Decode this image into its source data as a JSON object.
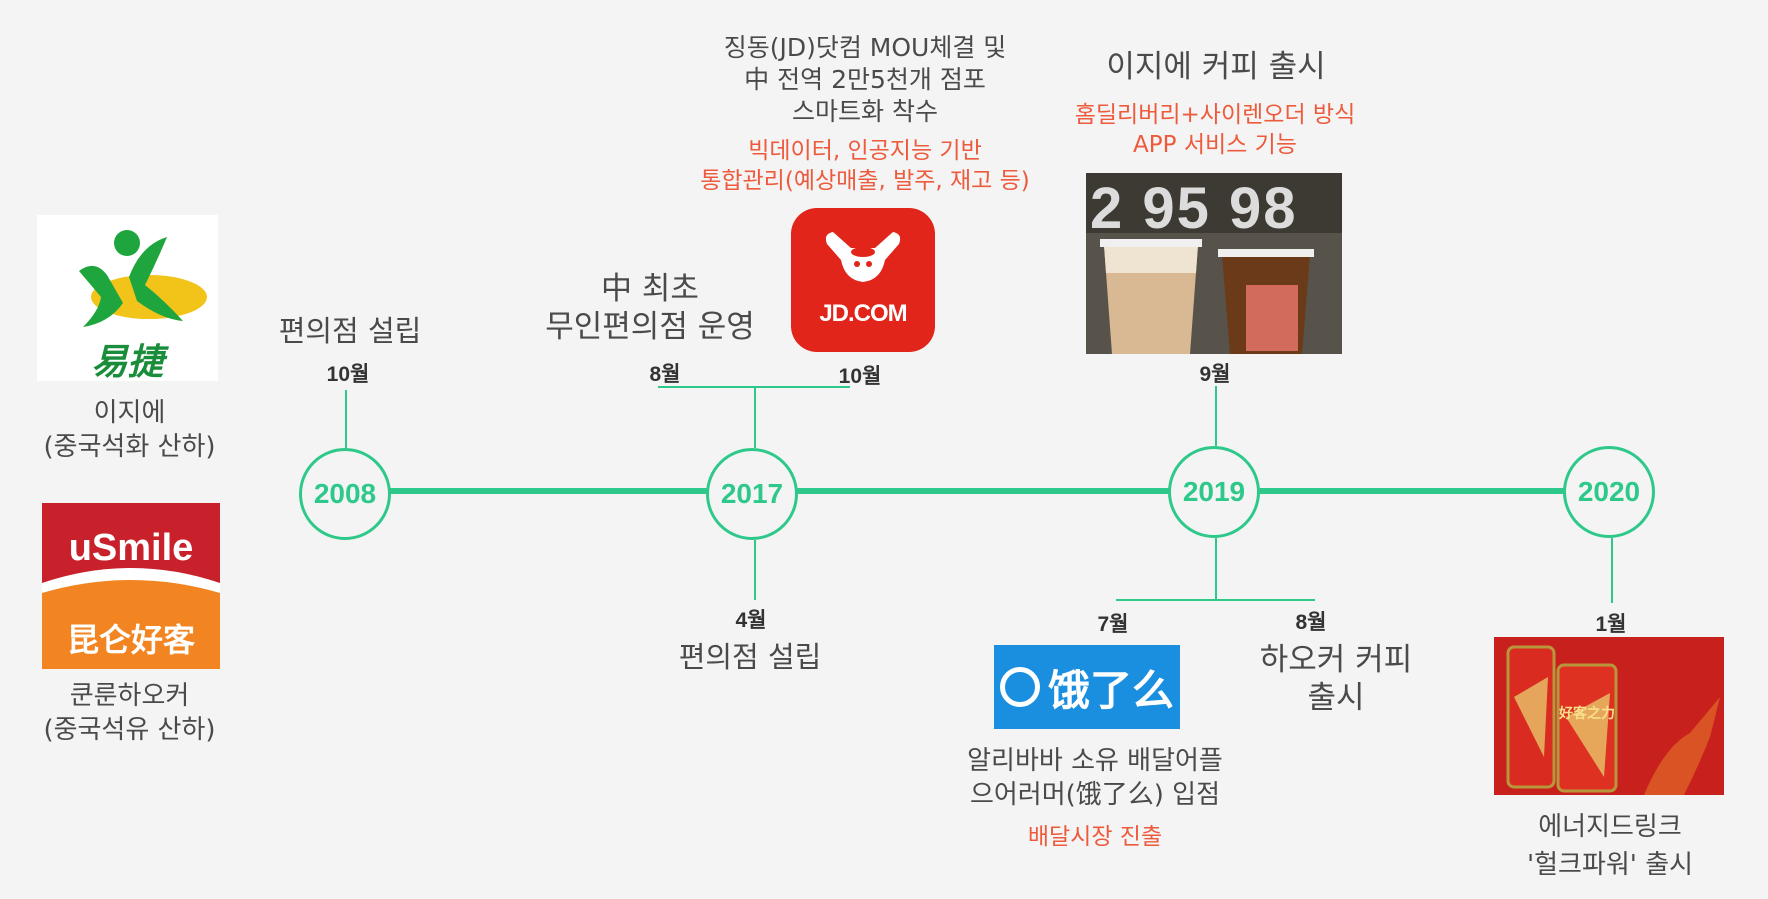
{
  "colors": {
    "accent": "#2ec98a",
    "highlight": "#ee5a3c"
  },
  "left": {
    "easyjoy": {
      "logo_text": "易捷",
      "name_line1": "이지에",
      "name_line2": "(중국석화 산하)"
    },
    "usmile": {
      "logo_top": "uSmile",
      "logo_bottom": "昆仑好客",
      "name_line1": "쿤룬하오커",
      "name_line2": "(중국석유 산하)"
    }
  },
  "years": [
    "2008",
    "2017",
    "2019",
    "2020"
  ],
  "events": {
    "e2008": {
      "month": "10월",
      "text": "편의점 설립"
    },
    "e2017_aug": {
      "month": "8월",
      "line1": "中 최초",
      "line2": "무인편의점 운영"
    },
    "e2017_oct": {
      "month": "10월",
      "line1": "징동(JD)닷컴 MOU체결 및",
      "line2": "中 전역 2만5천개 점포",
      "line3": "스마트화 착수",
      "red1": "빅데이터, 인공지능 기반",
      "red2": "통합관리(예상매출, 발주, 재고 등)",
      "logo": "JD.COM"
    },
    "e2017_apr": {
      "month": "4월",
      "text": "편의점 설립"
    },
    "e2019_sep": {
      "month": "9월",
      "title": "이지에 커피 출시",
      "red1": "홈딜리버리+사이렌오더 방식",
      "red2": "APP 서비스 기능",
      "photo_text": "2 95 98"
    },
    "e2019_jul": {
      "month": "7월",
      "logo": "饿了么",
      "line1": "알리바바 소유 배달어플",
      "line2": "으어러머(饿了么) 입점",
      "red": "배달시장 진출"
    },
    "e2019_aug": {
      "month": "8월",
      "line1": "하오커 커피",
      "line2": "출시"
    },
    "e2020_jan": {
      "month": "1월",
      "line1": "에너지드링크",
      "line2": "'헐크파워' 출시",
      "can_text": "好客之力"
    }
  }
}
